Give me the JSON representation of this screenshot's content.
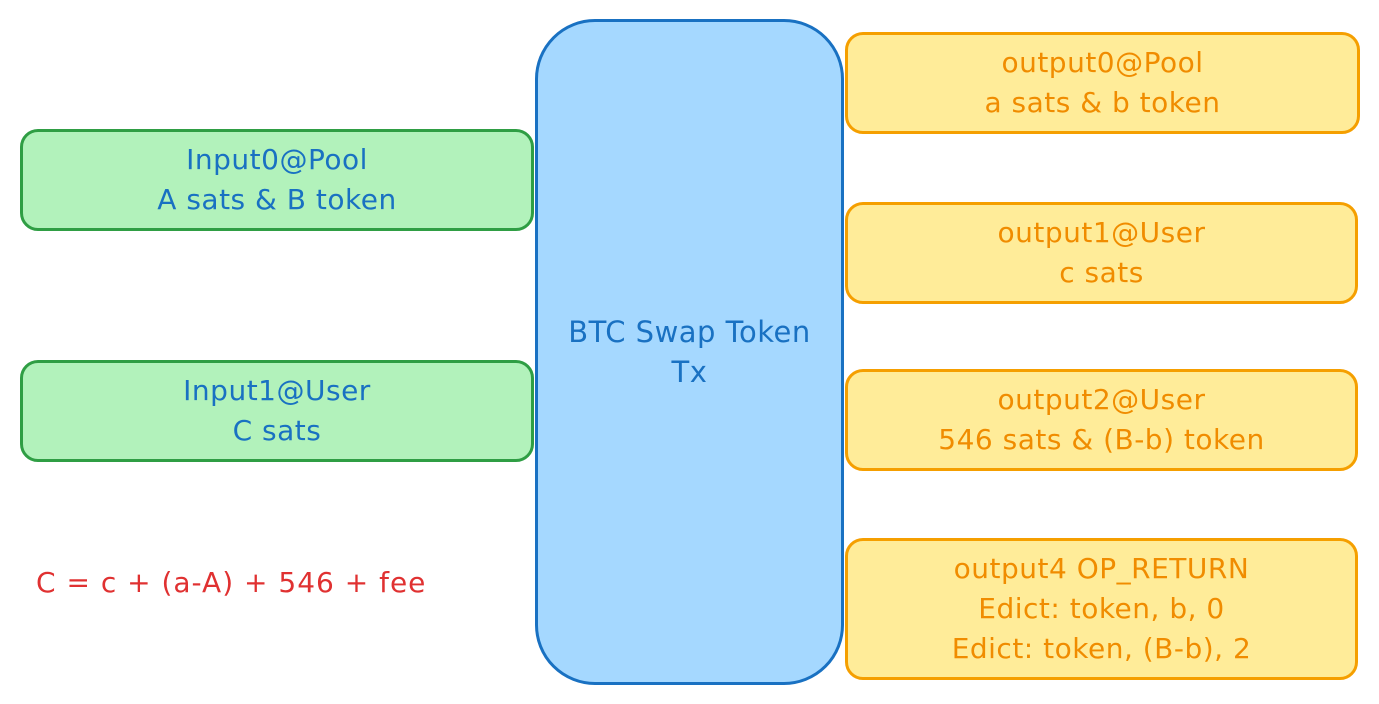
{
  "inputs": [
    {
      "line1": "Input0@Pool",
      "line2": "A sats & B token"
    },
    {
      "line1": "Input1@User",
      "line2": "C sats"
    }
  ],
  "transaction": {
    "line1": "BTC Swap Token",
    "line2": "Tx"
  },
  "outputs": [
    {
      "line1": "output0@Pool",
      "line2": "a sats & b token"
    },
    {
      "line1": "output1@User",
      "line2": "c sats"
    },
    {
      "line1": "output2@User",
      "line2": "546 sats & (B-b) token"
    },
    {
      "line1": "output4 OP_RETURN",
      "line2": "Edict: token, b, 0",
      "line3": "Edict: token, (B-b), 2"
    }
  ],
  "formula": "C = c + (a-A) + 546 + fee",
  "colors": {
    "input_fill": "#b2f2bb",
    "input_stroke": "#2f9e44",
    "tx_fill": "#a5d8ff",
    "tx_stroke": "#1971c2",
    "output_fill": "#ffec99",
    "output_stroke": "#f59f00",
    "formula_text": "#e03131"
  }
}
